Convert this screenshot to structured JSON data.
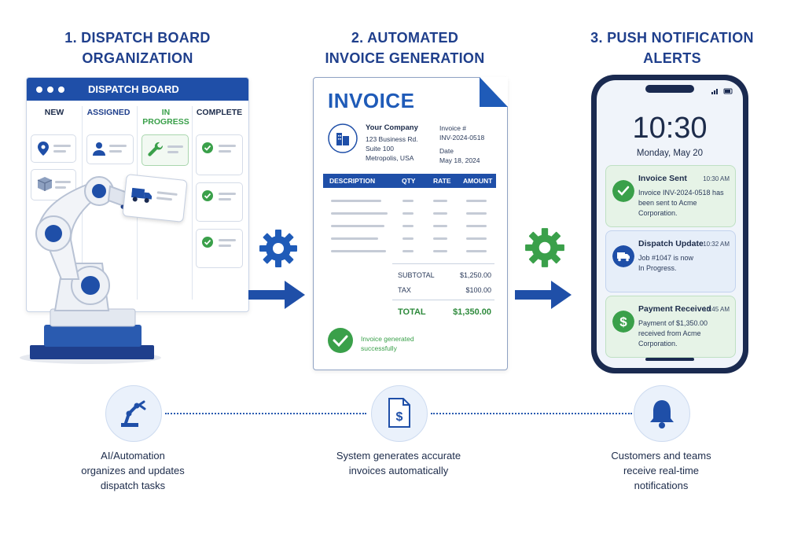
{
  "steps": {
    "dispatch": {
      "title_line1": "1. DISPATCH BOARD",
      "title_line2": "ORGANIZATION"
    },
    "invoice": {
      "title_line1": "2. AUTOMATED",
      "title_line2": "INVOICE GENERATION"
    },
    "push": {
      "title_line1": "3. PUSH NOTIFICATION",
      "title_line2": "ALERTS"
    }
  },
  "board": {
    "title": "DISPATCH BOARD",
    "columns": [
      {
        "label": "NEW",
        "color": "#1c2b4a"
      },
      {
        "label": "ASSIGNED",
        "color": "#1f3f8c"
      },
      {
        "label": "IN PROGRESS",
        "color": "#3aa04a"
      },
      {
        "label": "COMPLETE",
        "color": "#1c2b4a"
      }
    ],
    "icons": [
      "location-pin-icon",
      "package-icon",
      "user-icon",
      "wrench-icon",
      "check-icon",
      "truck-icon"
    ]
  },
  "invoice": {
    "title": "INVOICE",
    "company_name": "Your Company",
    "address_line1": "123 Business Rd.",
    "address_line2": "Suite 100",
    "address_line3": "Metropolis, USA",
    "number_label": "Invoice #",
    "number_value": "INV-2024-0518",
    "date_label": "Date",
    "date_value": "May 18, 2024",
    "table_headers": {
      "description": "DESCRIPTION",
      "qty": "QTY",
      "rate": "RATE",
      "amount": "AMOUNT"
    },
    "subtotal_label": "SUBTOTAL",
    "subtotal_value": "$1,250.00",
    "tax_label": "TAX",
    "tax_value": "$100.00",
    "total_label": "TOTAL",
    "total_value": "$1,350.00",
    "status_line1": "Invoice generated",
    "status_line2": "successfully"
  },
  "phone": {
    "time": "10:30",
    "date": "Monday, May 20",
    "notifications": [
      {
        "title": "Invoice Sent",
        "time": "10:30 AM",
        "body": "Invoice INV-2024-0518 has been sent to Acme Corporation.",
        "icon": "check-icon",
        "accent": "#3aa04a"
      },
      {
        "title": "Dispatch Update",
        "time": "10:32 AM",
        "body": "Job #1047 is now In Progress.",
        "icon": "truck-icon",
        "accent": "#1f4fa8"
      },
      {
        "title": "Payment Received",
        "time": "10:45 AM",
        "body": "Payment of $1,350.00 received from Acme Corporation.",
        "icon": "dollar-icon",
        "accent": "#3aa04a"
      }
    ]
  },
  "bottom": {
    "captions": [
      {
        "line1": "AI/Automation",
        "line2": "organizes and updates",
        "line3": "dispatch tasks",
        "icon": "robot-arm-icon"
      },
      {
        "line1": "System generates accurate",
        "line2": "invoices automatically",
        "line3": "",
        "icon": "invoice-dollar-icon"
      },
      {
        "line1": "Customers and teams",
        "line2": "receive real-time",
        "line3": "notifications",
        "icon": "bell-icon"
      }
    ]
  },
  "colors": {
    "primary_blue": "#1f4fa8",
    "green": "#3aa04a",
    "navy": "#1a2a50"
  }
}
